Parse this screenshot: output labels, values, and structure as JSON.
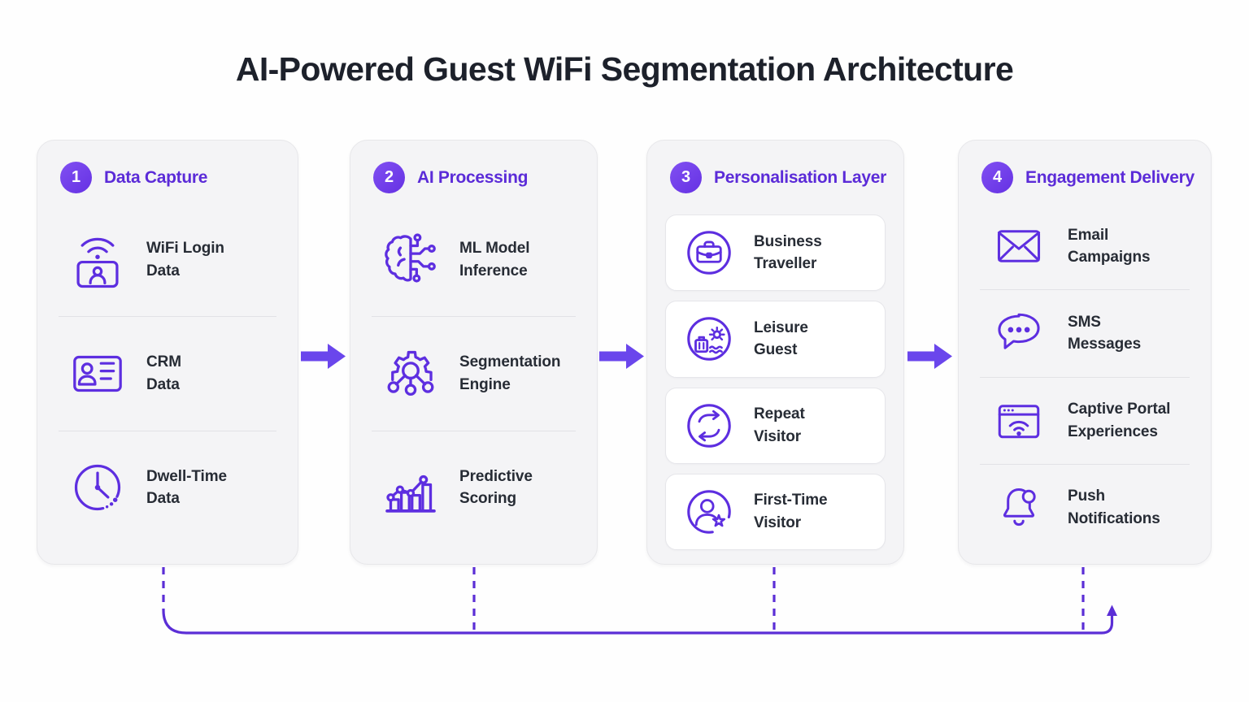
{
  "title": "AI-Powered Guest WiFi Segmentation Architecture",
  "colors": {
    "accent_purple": "#5d2ee0",
    "header_purple": "#5b2bd8",
    "badge_purple": "#6d3ce8",
    "arrow_purple": "#6a46ec",
    "loop_line_purple": "#5b2ed6",
    "ink_text": "#272c35",
    "column_background": "#f4f4f6",
    "card_background": "#ffffff",
    "page_background": "#fefefe"
  },
  "columns": [
    {
      "number": "1",
      "title": "Data Capture",
      "items": [
        {
          "icon": "wifi-login-icon",
          "label": "WiFi Login\nData"
        },
        {
          "icon": "crm-card-icon",
          "label": "CRM\nData"
        },
        {
          "icon": "dwell-time-clock-icon",
          "label": "Dwell-Time\nData"
        }
      ]
    },
    {
      "number": "2",
      "title": "AI Processing",
      "items": [
        {
          "icon": "brain-circuit-icon",
          "label": "ML Model\nInference"
        },
        {
          "icon": "gear-network-icon",
          "label": "Segmentation\nEngine"
        },
        {
          "icon": "bar-chart-trend-icon",
          "label": "Predictive\nScoring"
        }
      ]
    },
    {
      "number": "3",
      "title": "Personalisation Layer",
      "items": [
        {
          "icon": "briefcase-circle-icon",
          "label": "Business\nTraveller"
        },
        {
          "icon": "vacation-circle-icon",
          "label": "Leisure\nGuest"
        },
        {
          "icon": "repeat-arrows-circle-icon",
          "label": "Repeat\nVisitor"
        },
        {
          "icon": "new-user-star-circle-icon",
          "label": "First-Time\nVisitor"
        }
      ]
    },
    {
      "number": "4",
      "title": "Engagement Delivery",
      "items": [
        {
          "icon": "envelope-icon",
          "label": "Email\nCampaigns"
        },
        {
          "icon": "chat-bubble-icon",
          "label": "SMS\nMessages"
        },
        {
          "icon": "browser-wifi-icon",
          "label": "Captive Portal\nExperiences"
        },
        {
          "icon": "bell-notification-icon",
          "label": "Push\nNotifications"
        }
      ]
    }
  ],
  "connectors": {
    "flow_arrow_icon": "block-arrow-right-icon",
    "feedback_loop_icon": "feedback-loop-arrow-icon"
  }
}
